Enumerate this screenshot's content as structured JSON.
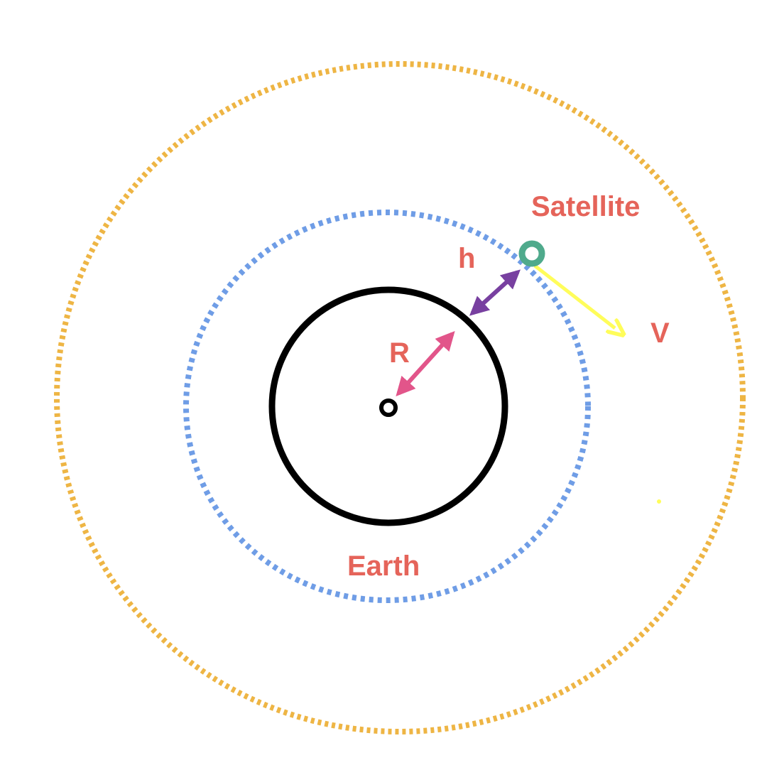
{
  "labels": {
    "satellite": "Satellite",
    "height": "h",
    "velocity": "V",
    "radius": "R",
    "earth": "Earth"
  },
  "colors": {
    "label": "#e5645a",
    "outer_orbit": "#eeb544",
    "inner_orbit": "#6f9de6",
    "earth_outline": "#000000",
    "satellite": "#4faa8c",
    "height_arrow": "#7840a0",
    "radius_arrow": "#e2558a",
    "velocity_arrow": "#fffd5a"
  }
}
